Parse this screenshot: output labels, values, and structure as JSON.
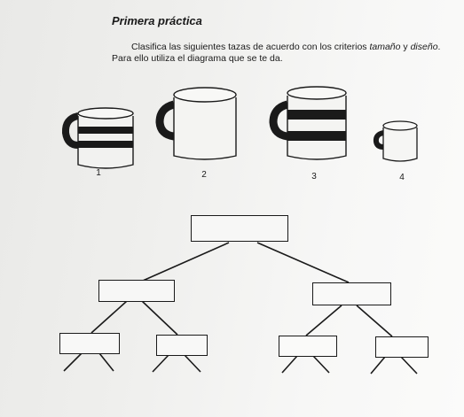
{
  "practice": {
    "title": "Primera práctica",
    "instruction_line1_a": "Clasifica las siguientes tazas de acuerdo con los criterios ",
    "instruction_em1": "tamaño",
    "instruction_line1_b": " y ",
    "instruction_em2": "diseño",
    "instruction_line1_c": ".",
    "instruction_line2": "Para ello utiliza el diagrama que se te da."
  },
  "cups": [
    {
      "number": "1",
      "size": "medium",
      "stripes": 2
    },
    {
      "number": "2",
      "size": "large",
      "stripes": 0
    },
    {
      "number": "3",
      "size": "large",
      "stripes": 2
    },
    {
      "number": "4",
      "size": "small",
      "stripes": 0
    }
  ],
  "diagram": {
    "root_box": "",
    "level1_boxes": [
      "",
      ""
    ],
    "level2_boxes": [
      "",
      "",
      "",
      ""
    ]
  },
  "colors": {
    "ink": "#1a1a1a",
    "paper": "#f4f4f2"
  }
}
